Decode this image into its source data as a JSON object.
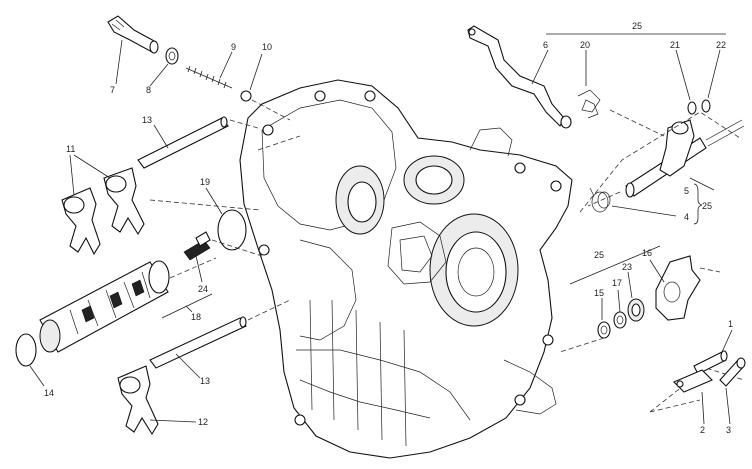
{
  "diagram": {
    "labels": {
      "l1": "1",
      "l2": "2",
      "l3": "3",
      "l4": "4",
      "l5": "5",
      "l6": "6",
      "l7": "7",
      "l8": "8",
      "l9": "9",
      "l10": "10",
      "l11": "11",
      "l12": "12",
      "l13a": "13",
      "l13b": "13",
      "l14": "14",
      "l15": "15",
      "l16": "16",
      "l17": "17",
      "l18": "18",
      "l19": "19",
      "l20": "20",
      "l21": "21",
      "l22": "22",
      "l23": "23",
      "l24": "24",
      "l25a": "25",
      "l25b": "25",
      "l25c": "25"
    }
  }
}
